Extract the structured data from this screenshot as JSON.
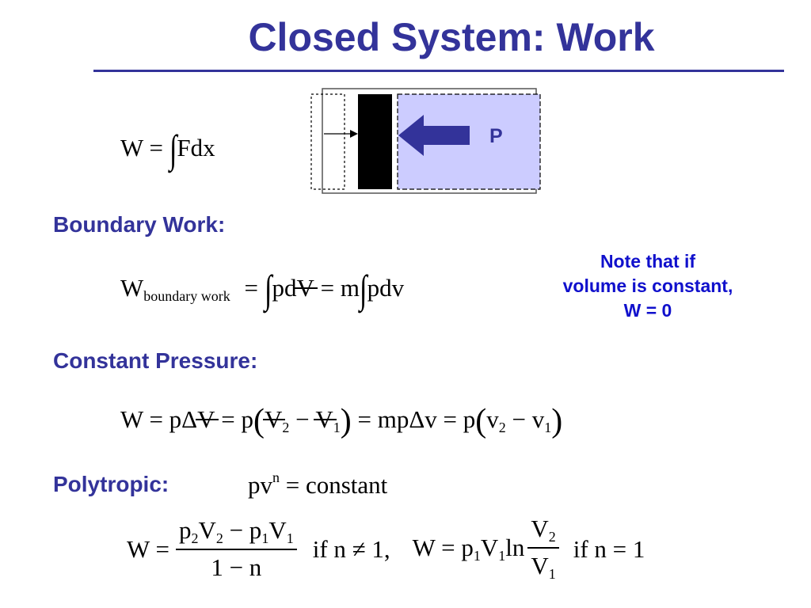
{
  "title": "Closed System: Work",
  "diagram": {
    "pressure_label": "P",
    "colors": {
      "gas": "#ccccff",
      "piston": "#000000",
      "arrow": "#33339a",
      "label": "#33339a"
    }
  },
  "equations": {
    "work": {
      "lhs": "W",
      "op": "=",
      "integral": "∫",
      "body": "Fdx"
    },
    "boundary": {
      "lhs": "W",
      "sub": "boundary work",
      "op": "=",
      "integral": "∫",
      "term1_a": "pd",
      "term1_b": "V",
      "op2": "=",
      "mult": "m",
      "term2": "pdv"
    },
    "constant_pressure": {
      "p1": "W = pΔ",
      "v1": "V",
      "p2": " = p",
      "lp": "(",
      "v2": "V",
      "s2": "2",
      "minus": " − ",
      "v3": "V",
      "s3": "1",
      "rp": ")",
      "p3": " = mpΔv = p",
      "lp2": "(",
      "p4": "v",
      "s4": "2",
      "minus2": " − v",
      "s5": "1",
      "rp2": ")"
    },
    "polytropic_rel": {
      "base": "pv",
      "exp": "n",
      "rest": " = constant"
    },
    "polytropic_work": {
      "lhs": "W =",
      "num_p2": "p",
      "num_s1": "2",
      "num_V2": "V",
      "num_s2": "2",
      "num_minus": " − p",
      "num_s3": "1",
      "num_V1": "V",
      "num_s4": "1",
      "den": "1 − n",
      "cond1": "if n ≠ 1,",
      "rhs_lhs": "W = p",
      "rhs_s1": "1",
      "rhs_V": "V",
      "rhs_s2": "1",
      "rhs_ln": "ln",
      "rhs_num": "V",
      "rhs_num_s": "2",
      "rhs_den": "V",
      "rhs_den_s": "1",
      "cond2": "if n = 1"
    }
  },
  "headings": {
    "boundary": "Boundary Work:",
    "constant_pressure": "Constant Pressure:",
    "polytropic": "Polytropic:"
  },
  "note": {
    "line1": "Note that if",
    "line2": "volume is constant,",
    "line3": "W = 0"
  }
}
